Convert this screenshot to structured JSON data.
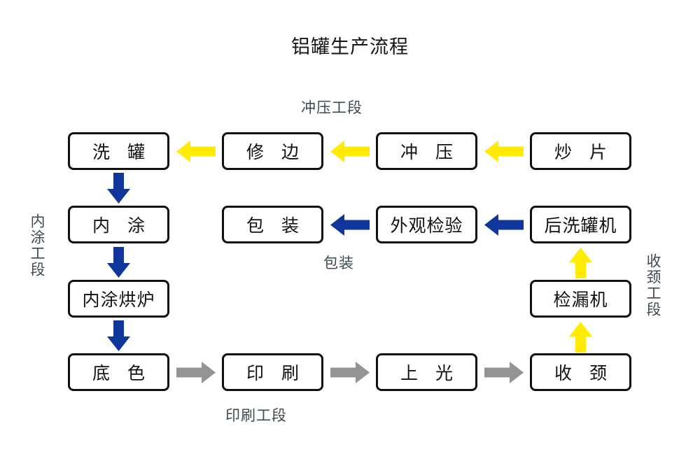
{
  "title": "铝罐生产流程",
  "colors": {
    "yellow": "#FFEC00",
    "blue": "#10369B",
    "gray": "#949494",
    "box_border": "#111111",
    "label": "#3d4a52",
    "background": "#ffffff"
  },
  "section_labels": [
    {
      "id": "stamping",
      "text": "冲压工段",
      "orientation": "horizontal"
    },
    {
      "id": "packaging",
      "text": "包装",
      "orientation": "horizontal"
    },
    {
      "id": "printing",
      "text": "印刷工段",
      "orientation": "horizontal"
    },
    {
      "id": "inner-coat",
      "text": "内涂工段",
      "orientation": "vertical"
    },
    {
      "id": "necking",
      "text": "收颈工段",
      "orientation": "vertical"
    }
  ],
  "nodes": {
    "wash_can": "洗 罐",
    "trim": "修 边",
    "stamp": "冲 压",
    "blank": "炒 片",
    "inner_coat": "内 涂",
    "pack": "包 装",
    "visual_check": "外观检验",
    "post_washer": "后洗罐机",
    "coat_oven": "内涂烘炉",
    "leak_tester": "检漏机",
    "base_color": "底 色",
    "print": "印 刷",
    "varnish": "上 光",
    "neck": "收 颈"
  },
  "flow": {
    "stamping_row": [
      "炒 片",
      "冲 压",
      "修 边",
      "洗 罐"
    ],
    "packaging_row": [
      "后洗罐机",
      "外观检验",
      "包 装"
    ],
    "inner_coat_col": [
      "洗 罐",
      "内 涂",
      "内涂烘炉",
      "底 色"
    ],
    "printing_row": [
      "底 色",
      "印 刷",
      "上 光",
      "收 颈"
    ],
    "necking_col": [
      "收 颈",
      "检漏机",
      "后洗罐机"
    ]
  },
  "arrows": [
    {
      "id": "blank-to-stamp",
      "color": "#FFEC00",
      "direction": "left"
    },
    {
      "id": "stamp-to-trim",
      "color": "#FFEC00",
      "direction": "left"
    },
    {
      "id": "trim-to-wash",
      "color": "#FFEC00",
      "direction": "left"
    },
    {
      "id": "wash-to-innercoat",
      "color": "#10369B",
      "direction": "down"
    },
    {
      "id": "innercoat-to-oven",
      "color": "#10369B",
      "direction": "down"
    },
    {
      "id": "oven-to-basecolor",
      "color": "#10369B",
      "direction": "down"
    },
    {
      "id": "basecolor-to-print",
      "color": "#949494",
      "direction": "right"
    },
    {
      "id": "print-to-varnish",
      "color": "#949494",
      "direction": "right"
    },
    {
      "id": "varnish-to-neck",
      "color": "#949494",
      "direction": "right"
    },
    {
      "id": "neck-to-leaktester",
      "color": "#FFEC00",
      "direction": "up"
    },
    {
      "id": "leaktester-to-postwash",
      "color": "#FFEC00",
      "direction": "up"
    },
    {
      "id": "postwash-to-check",
      "color": "#10369B",
      "direction": "left"
    },
    {
      "id": "check-to-pack",
      "color": "#10369B",
      "direction": "left"
    }
  ]
}
